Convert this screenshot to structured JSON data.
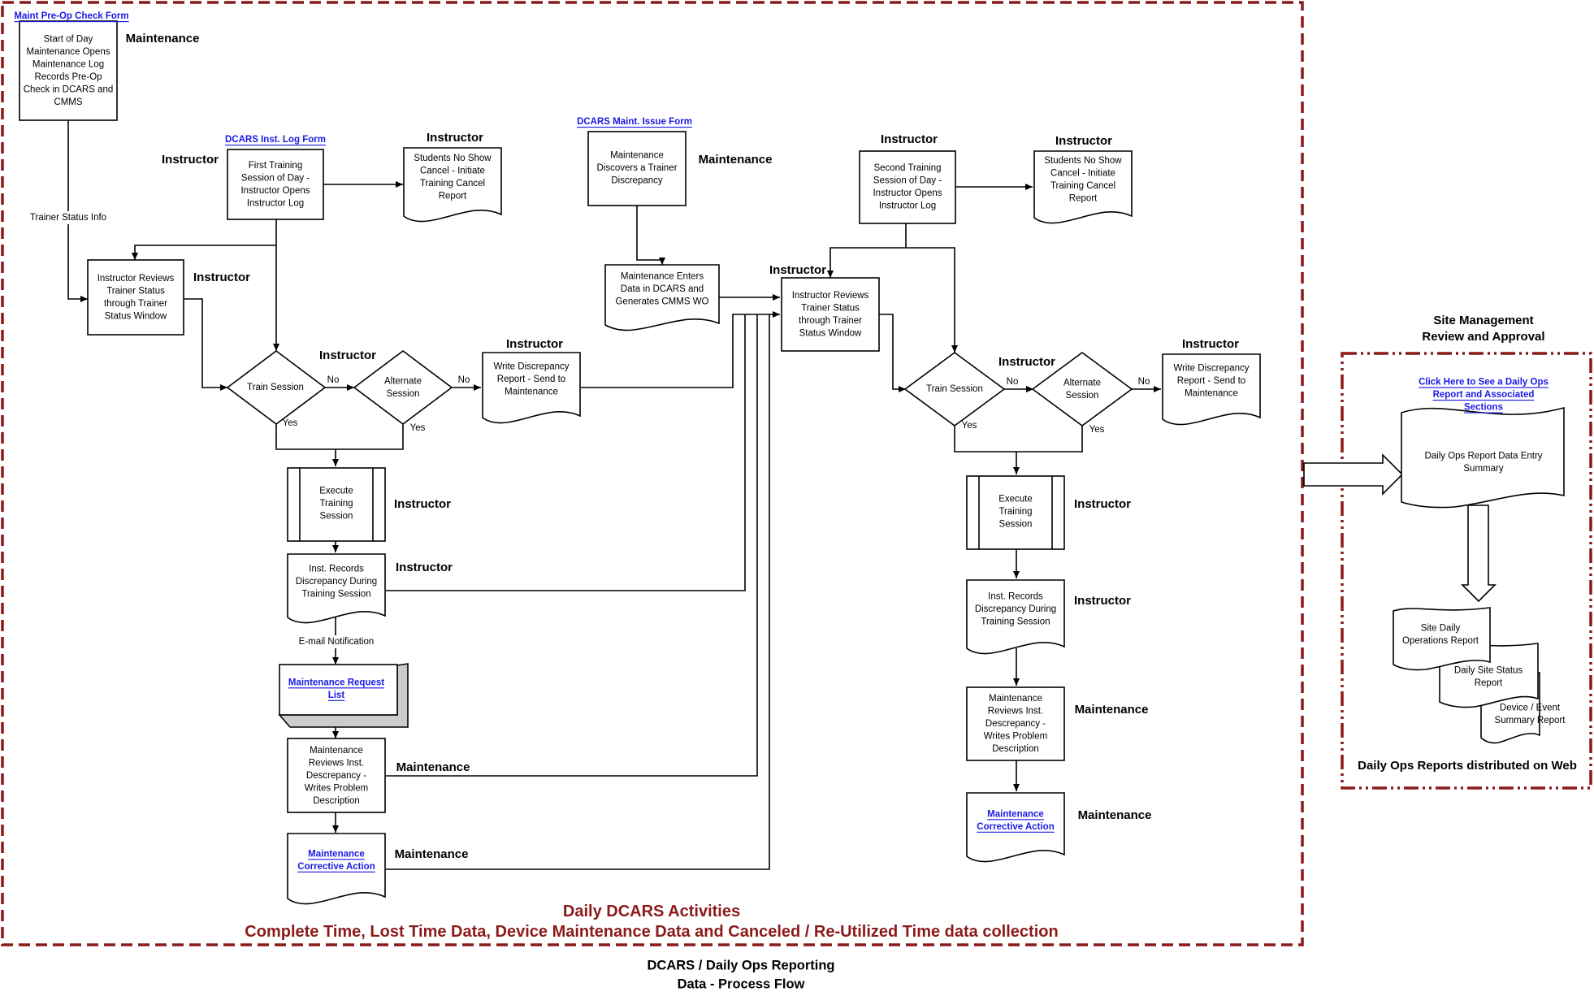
{
  "diagram_title": [
    "DCARS / Daily Ops Reporting",
    "Data - Process Flow"
  ],
  "main_region": {
    "title": "Daily DCARS Activities",
    "subtitle": "Complete Time, Lost Time Data, Device Maintenance Data and Canceled / Re-Utilized Time data collection"
  },
  "site_region": {
    "header": [
      "Site Management",
      "Review and Approval"
    ],
    "footer": "Daily Ops Reports distributed on Web",
    "link": [
      "Click Here to See a Daily Ops",
      "Report and Associated",
      "Sections"
    ]
  },
  "links": {
    "preop_form": "Maint Pre-Op Check Form",
    "inst_log_form": "DCARS Inst. Log  Form",
    "maint_issue_form": "DCARS Maint. Issue  Form",
    "maint_request_list": [
      "Maintenance Request",
      "List"
    ],
    "corrective_action_1": [
      "Maintenance",
      "Corrective Action"
    ],
    "corrective_action_2": [
      "Maintenance",
      "Corrective Action"
    ]
  },
  "edge_labels": {
    "trainer_status_info": "Trainer Status Info",
    "email_notification": "E-mail Notification",
    "no": "No",
    "yes": "Yes"
  },
  "nodes": {
    "start_of_day": [
      "Start of Day",
      "Maintenance Opens",
      "Maintenance Log",
      "Records Pre-Op",
      "Check in DCARS and",
      "CMMS"
    ],
    "first_session": [
      "First Training",
      "Session of Day -",
      "Instructor Opens",
      "Instructor Log"
    ],
    "no_show_1": [
      "Students No Show",
      "Cancel - Initiate",
      "Training Cancel",
      "Report"
    ],
    "reviews_status_1": [
      "Instructor Reviews",
      "Trainer Status",
      "through Trainer",
      "Status Window"
    ],
    "train_session_1": [
      "Train Session"
    ],
    "alternate_1": [
      "Alternate",
      "Session"
    ],
    "write_discrepancy_1": [
      "Write Discrepancy",
      "Report - Send to",
      "Maintenance"
    ],
    "execute_1": [
      "Execute",
      "Training",
      "Session"
    ],
    "records_disc_1": [
      "Inst. Records",
      "Discrepancy During",
      "Training Session"
    ],
    "maint_reviews_1": [
      "Maintenance",
      "Reviews Inst.",
      "Descrepancy -",
      "Writes Problem",
      "Description"
    ],
    "maint_discovers": [
      "Maintenance",
      "Discovers a Trainer",
      "Discrepancy"
    ],
    "maint_enters": [
      "Maintenance Enters",
      "Data in DCARS and",
      "Generates CMMS WO"
    ],
    "second_session": [
      "Second Training",
      "Session of Day -",
      "Instructor Opens",
      "Instructor Log"
    ],
    "no_show_2": [
      "Students No Show",
      "Cancel - Initiate",
      "Training Cancel",
      "Report"
    ],
    "reviews_status_2": [
      "Instructor Reviews",
      "Trainer Status",
      "through Trainer",
      "Status Window"
    ],
    "train_session_2": [
      "Train Session"
    ],
    "alternate_2": [
      "Alternate",
      "Session"
    ],
    "write_discrepancy_2": [
      "Write Discrepancy",
      "Report - Send to",
      "Maintenance"
    ],
    "execute_2": [
      "Execute",
      "Training",
      "Session"
    ],
    "records_disc_2": [
      "Inst. Records",
      "Discrepancy During",
      "Training Session"
    ],
    "maint_reviews_2": [
      "Maintenance",
      "Reviews Inst.",
      "Descrepancy -",
      "Writes Problem",
      "Description"
    ],
    "ops_entry_summary": [
      "Daily Ops Report Data Entry",
      "Summary"
    ],
    "site_daily_ops": [
      "Site Daily",
      "Operations Report"
    ],
    "daily_site_status": [
      "Daily Site Status",
      "Report"
    ],
    "device_event": [
      "Device / Event",
      "Summary Report"
    ]
  },
  "roles": {
    "maintenance": "Maintenance",
    "instructor": "Instructor"
  },
  "colors": {
    "region_border": "#8b1a1a",
    "link": "#1a1ae6",
    "stroke": "#000000"
  }
}
